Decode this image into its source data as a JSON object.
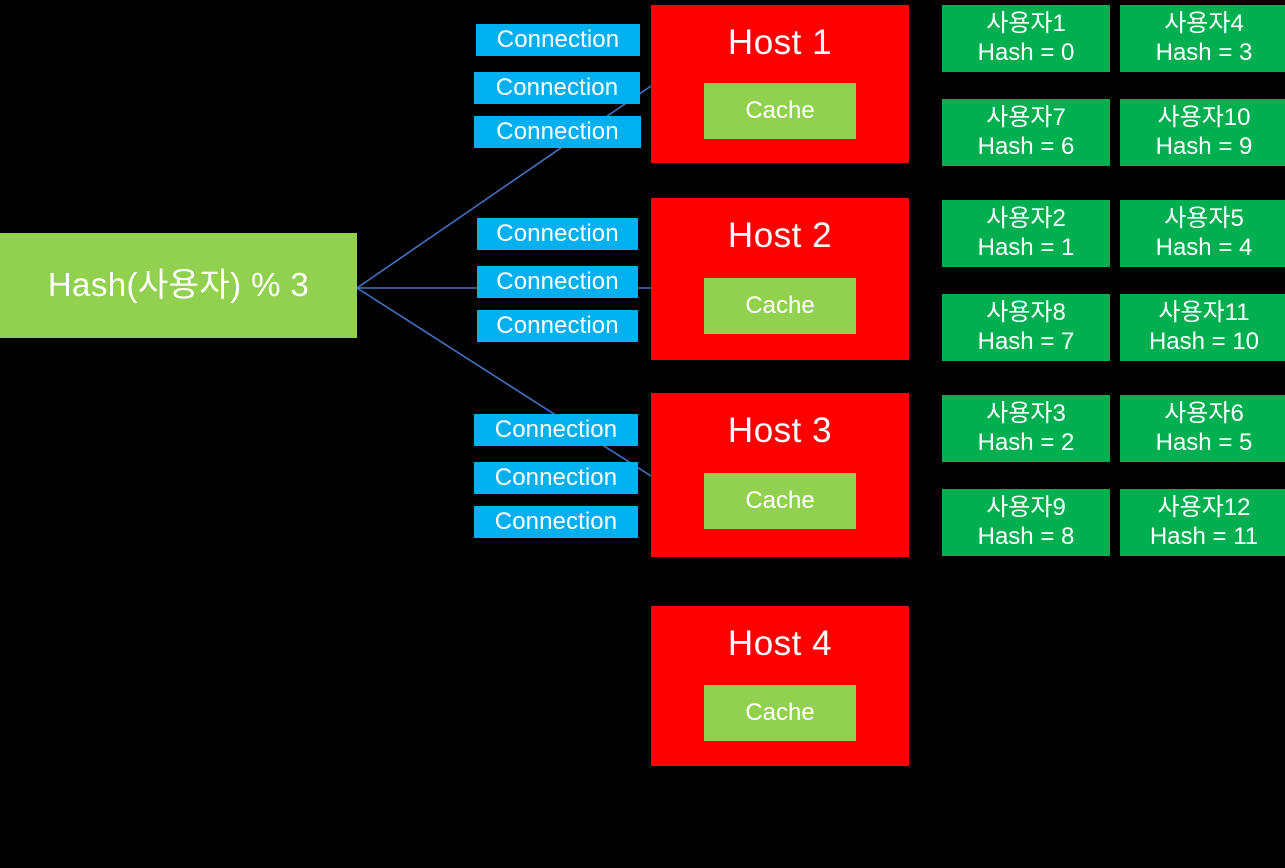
{
  "diagram": {
    "title": "Hash based sharding with 4 hosts",
    "background_color": "#000000",
    "colors": {
      "hash_green": "#92D050",
      "cache_green": "#92D050",
      "user_green": "#00B050",
      "host_red": "#FF0000",
      "connection_blue": "#00B0F0",
      "wire_blue": "#4472C4",
      "text_white": "#FFFFFF"
    }
  },
  "source": {
    "label": "Hash(사용자) % 3"
  },
  "connection_label": "Connection",
  "connection_groups": [
    {
      "host": "Host 1",
      "connections": [
        "Connection",
        "Connection",
        "Connection"
      ]
    },
    {
      "host": "Host 2",
      "connections": [
        "Connection",
        "Connection",
        "Connection"
      ]
    },
    {
      "host": "Host 3",
      "connections": [
        "Connection",
        "Connection",
        "Connection"
      ]
    }
  ],
  "hosts": [
    {
      "label": "Host 1",
      "cache_label": "Cache",
      "connected": true
    },
    {
      "label": "Host 2",
      "cache_label": "Cache",
      "connected": true
    },
    {
      "label": "Host 3",
      "cache_label": "Cache",
      "connected": true
    },
    {
      "label": "Host 4",
      "cache_label": "Cache",
      "connected": false
    }
  ],
  "user_rows": [
    {
      "host": "Host 1",
      "users": [
        {
          "name": "사용자1",
          "hash": "Hash = 0"
        },
        {
          "name": "사용자4",
          "hash": "Hash = 3"
        },
        {
          "name": "사용자7",
          "hash": "Hash = 6"
        },
        {
          "name": "사용자10",
          "hash": "Hash = 9"
        }
      ]
    },
    {
      "host": "Host 2",
      "users": [
        {
          "name": "사용자2",
          "hash": "Hash = 1"
        },
        {
          "name": "사용자5",
          "hash": "Hash = 4"
        },
        {
          "name": "사용자8",
          "hash": "Hash = 7"
        },
        {
          "name": "사용자11",
          "hash": "Hash = 10"
        }
      ]
    },
    {
      "host": "Host 3",
      "users": [
        {
          "name": "사용자3",
          "hash": "Hash = 2"
        },
        {
          "name": "사용자6",
          "hash": "Hash = 5"
        },
        {
          "name": "사용자9",
          "hash": "Hash = 8"
        },
        {
          "name": "사용자12",
          "hash": "Hash = 11"
        }
      ]
    }
  ]
}
